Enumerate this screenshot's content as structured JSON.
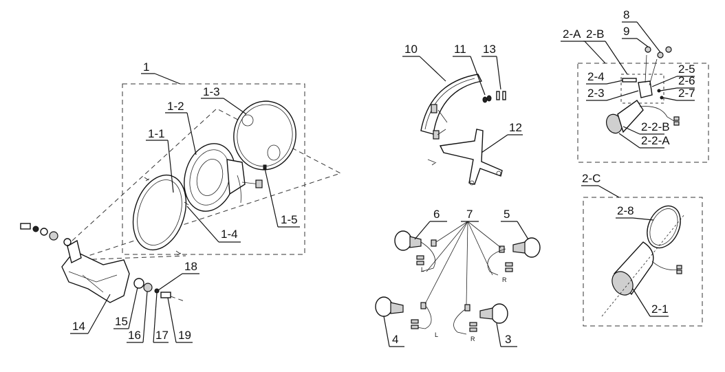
{
  "labels": {
    "l1": "1",
    "l1_1": "1-1",
    "l1_2": "1-2",
    "l1_3": "1-3",
    "l1_4": "1-4",
    "l1_5": "1-5",
    "l14": "14",
    "l15": "15",
    "l16": "16",
    "l17": "17",
    "l18": "18",
    "l19": "19",
    "l10": "10",
    "l11": "11",
    "l12": "12",
    "l13": "13",
    "l3": "3",
    "l4": "4",
    "l5": "5",
    "l6": "6",
    "l7": "7",
    "l2A": "2-A",
    "l2B": "2-B",
    "l8": "8",
    "l9": "9",
    "l2_4": "2-4",
    "l2_3": "2-3",
    "l2_5": "2-5",
    "l2_6": "2-6",
    "l2_7": "2-7",
    "l2_2B": "2-2-B",
    "l2_2A": "2-2-A",
    "l2C": "2-C",
    "l2_8": "2-8",
    "l2_1": "2-1"
  },
  "wire_marks": {
    "L": "L",
    "R": "R"
  }
}
